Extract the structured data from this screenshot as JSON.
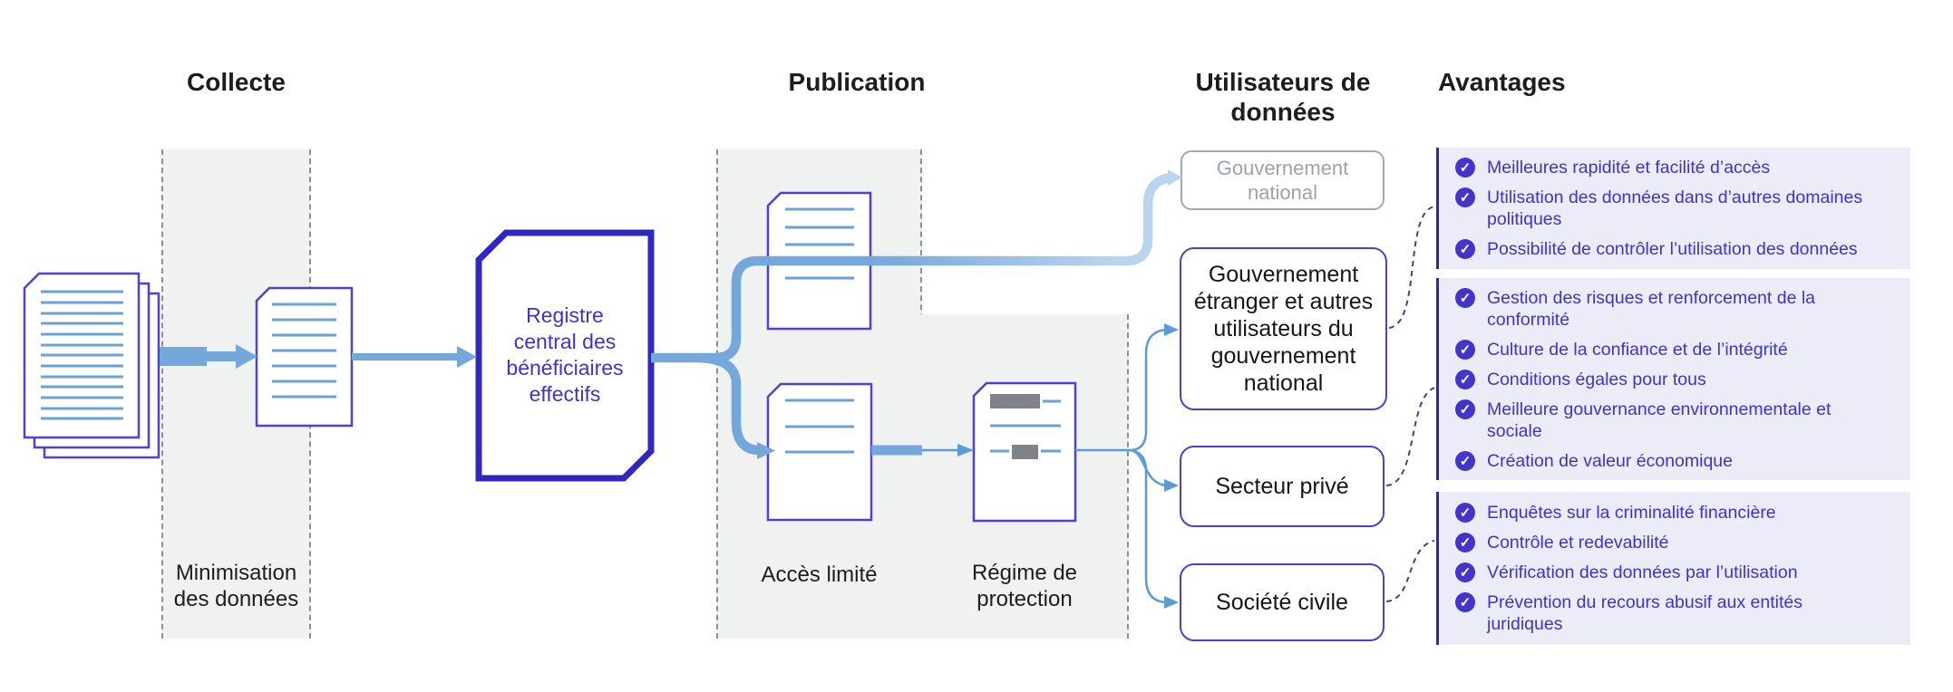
{
  "headers": {
    "collecte": "Collecte",
    "publication": "Publication",
    "utilisateurs": "Utilisateurs de\ndonnées",
    "avantages": "Avantages"
  },
  "captions": {
    "minimisation": "Minimisation\ndes données",
    "acces_limite": "Accès limité",
    "regime_protection": "Régime de\nprotection"
  },
  "register": {
    "label": "Registre\ncentral des\nbénéficiaires\neffectifs"
  },
  "users": {
    "gouvernement_national": {
      "label": "Gouvernement\nnational",
      "state": "inactive"
    },
    "gouvernement_etranger": {
      "label": "Gouvernement\nétranger et autres\nutilisateurs du\ngouvernement\nnational",
      "state": "active"
    },
    "secteur_prive": {
      "label": "Secteur privé",
      "state": "active"
    },
    "societe_civile": {
      "label": "Société civile",
      "state": "active"
    }
  },
  "advantages": {
    "groups": [
      {
        "for": "gouvernement_etranger",
        "items": [
          "Meilleures rapidité et facilité d’accès",
          "Utilisation des données dans d’autres domaines\npolitiques",
          "Possibilité de contrôler l’utilisation des données"
        ]
      },
      {
        "for": "secteur_prive",
        "items": [
          "Gestion des risques et renforcement de la\nconformité",
          "Culture de la confiance et de l’intégrité",
          "Conditions égales pour tous",
          "Meilleure gouvernance environnementale et\nsociale",
          "Création de valeur économique"
        ]
      },
      {
        "for": "societe_civile",
        "items": [
          "Enquêtes sur la criminalité financière",
          "Contrôle et redevabilité",
          "Vérification des données par l’utilisation",
          "Prévention du recours abusif aux entités\njuridiques"
        ]
      }
    ]
  },
  "icons": {
    "check_glyph": "✓",
    "check_circle": "check-circle-icon"
  },
  "colors": {
    "accent_indigo": "#4334cb",
    "register_border": "#2f28c0",
    "doc_border": "#4e40d8",
    "doc_line_blue": "#6aa2d8",
    "arrow_blue": "#74a7da",
    "arrow_light_blue": "#bad4ed",
    "thin_arrow_blue": "#5b9bd8",
    "advantage_bg": "#ececf9",
    "advantage_text": "#3e33cb",
    "group_border": "#31317b",
    "column_bg": "#f0f1f1",
    "inactive_gray": "#9aa2ad",
    "redaction_gray": "#7f8287"
  }
}
